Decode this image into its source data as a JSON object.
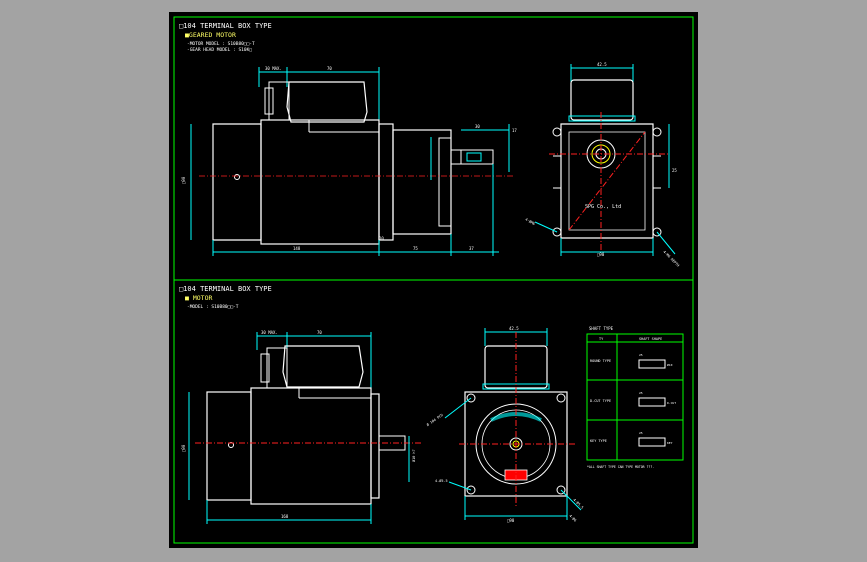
{
  "top_section": {
    "title": "□104 TERMINAL BOX TYPE",
    "subtitle": "■GEARED MOTOR",
    "motor_model": "-MOTOR MODEL : S10B80□□-T",
    "gear_head_model": "-GEAR HEAD MODEL : S10K□",
    "dims": {
      "box_left": "30 MAX.",
      "box_right": "70",
      "shaft_len": "30",
      "shaft_key": "17",
      "body_height": "□90",
      "len_motor": "148",
      "len_flange": "10",
      "len_gear": "75",
      "len_shaft": "37",
      "front_top": "42.5",
      "front_side": "25",
      "front_width": "□90",
      "front_hole": "4-ØM6",
      "front_pcd": "4-M6 DEPTH",
      "brand": "SPG Co., Ltd"
    }
  },
  "bottom_section": {
    "title": "□104 TERMINAL BOX TYPE",
    "subtitle": "■ MOTOR",
    "motor_model": "-MODEL : S10B80□□-T",
    "dims": {
      "box_left": "30 MAX.",
      "box_right": "70",
      "body_height": "□90",
      "shaft_dia": "Ø10 h7",
      "shaft_tol": "0 -0.015",
      "len_motor": "168",
      "front_top": "42.5",
      "front_width": "□90",
      "front_hole": "4-Ø5.5",
      "front_pcd": "Ø 104 PCD",
      "front_slot": "4-Ø5.5",
      "front_right": "4-Ø6"
    }
  },
  "shaft_table": {
    "title": "SHAFT  TYPE",
    "col_type": "TY",
    "col_shape": "SHAFT SHAPE",
    "rows": [
      {
        "type": "ROUND TYPE",
        "dim_a": "25",
        "dim_b": "Ø10"
      },
      {
        "type": "D-CUT TYPE",
        "dim_a": "25",
        "dim_b": "D-CUT"
      },
      {
        "type": "KEY TYPE",
        "dim_a": "25",
        "dim_b": "KEY"
      }
    ],
    "note": "*ALL SHAFT TYPE CAN TYPE MOTOR ???."
  },
  "colors": {
    "outline": "#00ff00",
    "part": "#ffffff",
    "center": "#ff2020",
    "dim": "#00ffff",
    "highlight": "#ff0000"
  }
}
